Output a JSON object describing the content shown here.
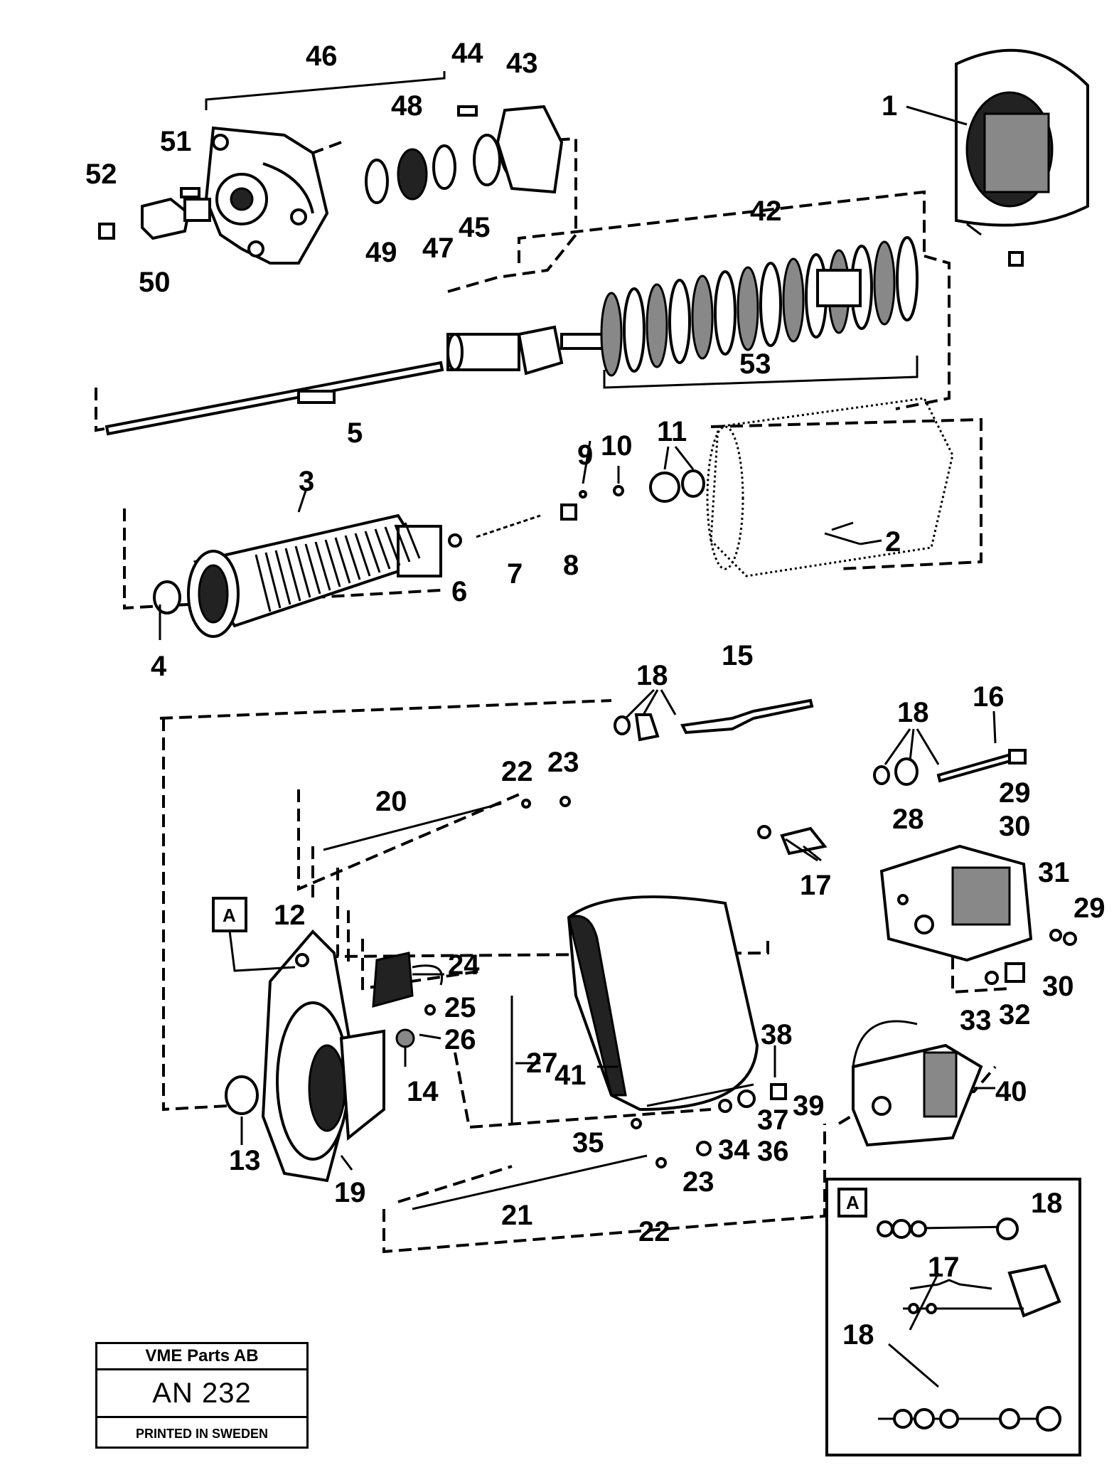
{
  "callouts": {
    "c1": "1",
    "c2": "2",
    "c3": "3",
    "c4": "4",
    "c5": "5",
    "c6": "6",
    "c7": "7",
    "c8": "8",
    "c9": "9",
    "c10": "10",
    "c11": "11",
    "c12": "12",
    "c13": "13",
    "c14": "14",
    "c15": "15",
    "c16": "16",
    "c17": "17",
    "c18": "18",
    "c19": "19",
    "c20": "20",
    "c21": "21",
    "c22": "22",
    "c23": "23",
    "c24": "24",
    "c25": "25",
    "c26": "26",
    "c27": "27",
    "c28": "28",
    "c29": "29",
    "c30": "30",
    "c31": "31",
    "c32": "32",
    "c33": "33",
    "c34": "34",
    "c35": "35",
    "c36": "36",
    "c37": "37",
    "c38": "38",
    "c39": "39",
    "c40": "40",
    "c41": "41",
    "c42": "42",
    "c43": "43",
    "c44": "44",
    "c45": "45",
    "c46": "46",
    "c47": "47",
    "c48": "48",
    "c49": "49",
    "c50": "50",
    "c51": "51",
    "c52": "52",
    "c53": "53"
  },
  "detail_ref": "A",
  "stamp": {
    "company": "VME Parts AB",
    "drawing_number": "AN 232",
    "printed": "PRINTED IN SWEDEN"
  }
}
